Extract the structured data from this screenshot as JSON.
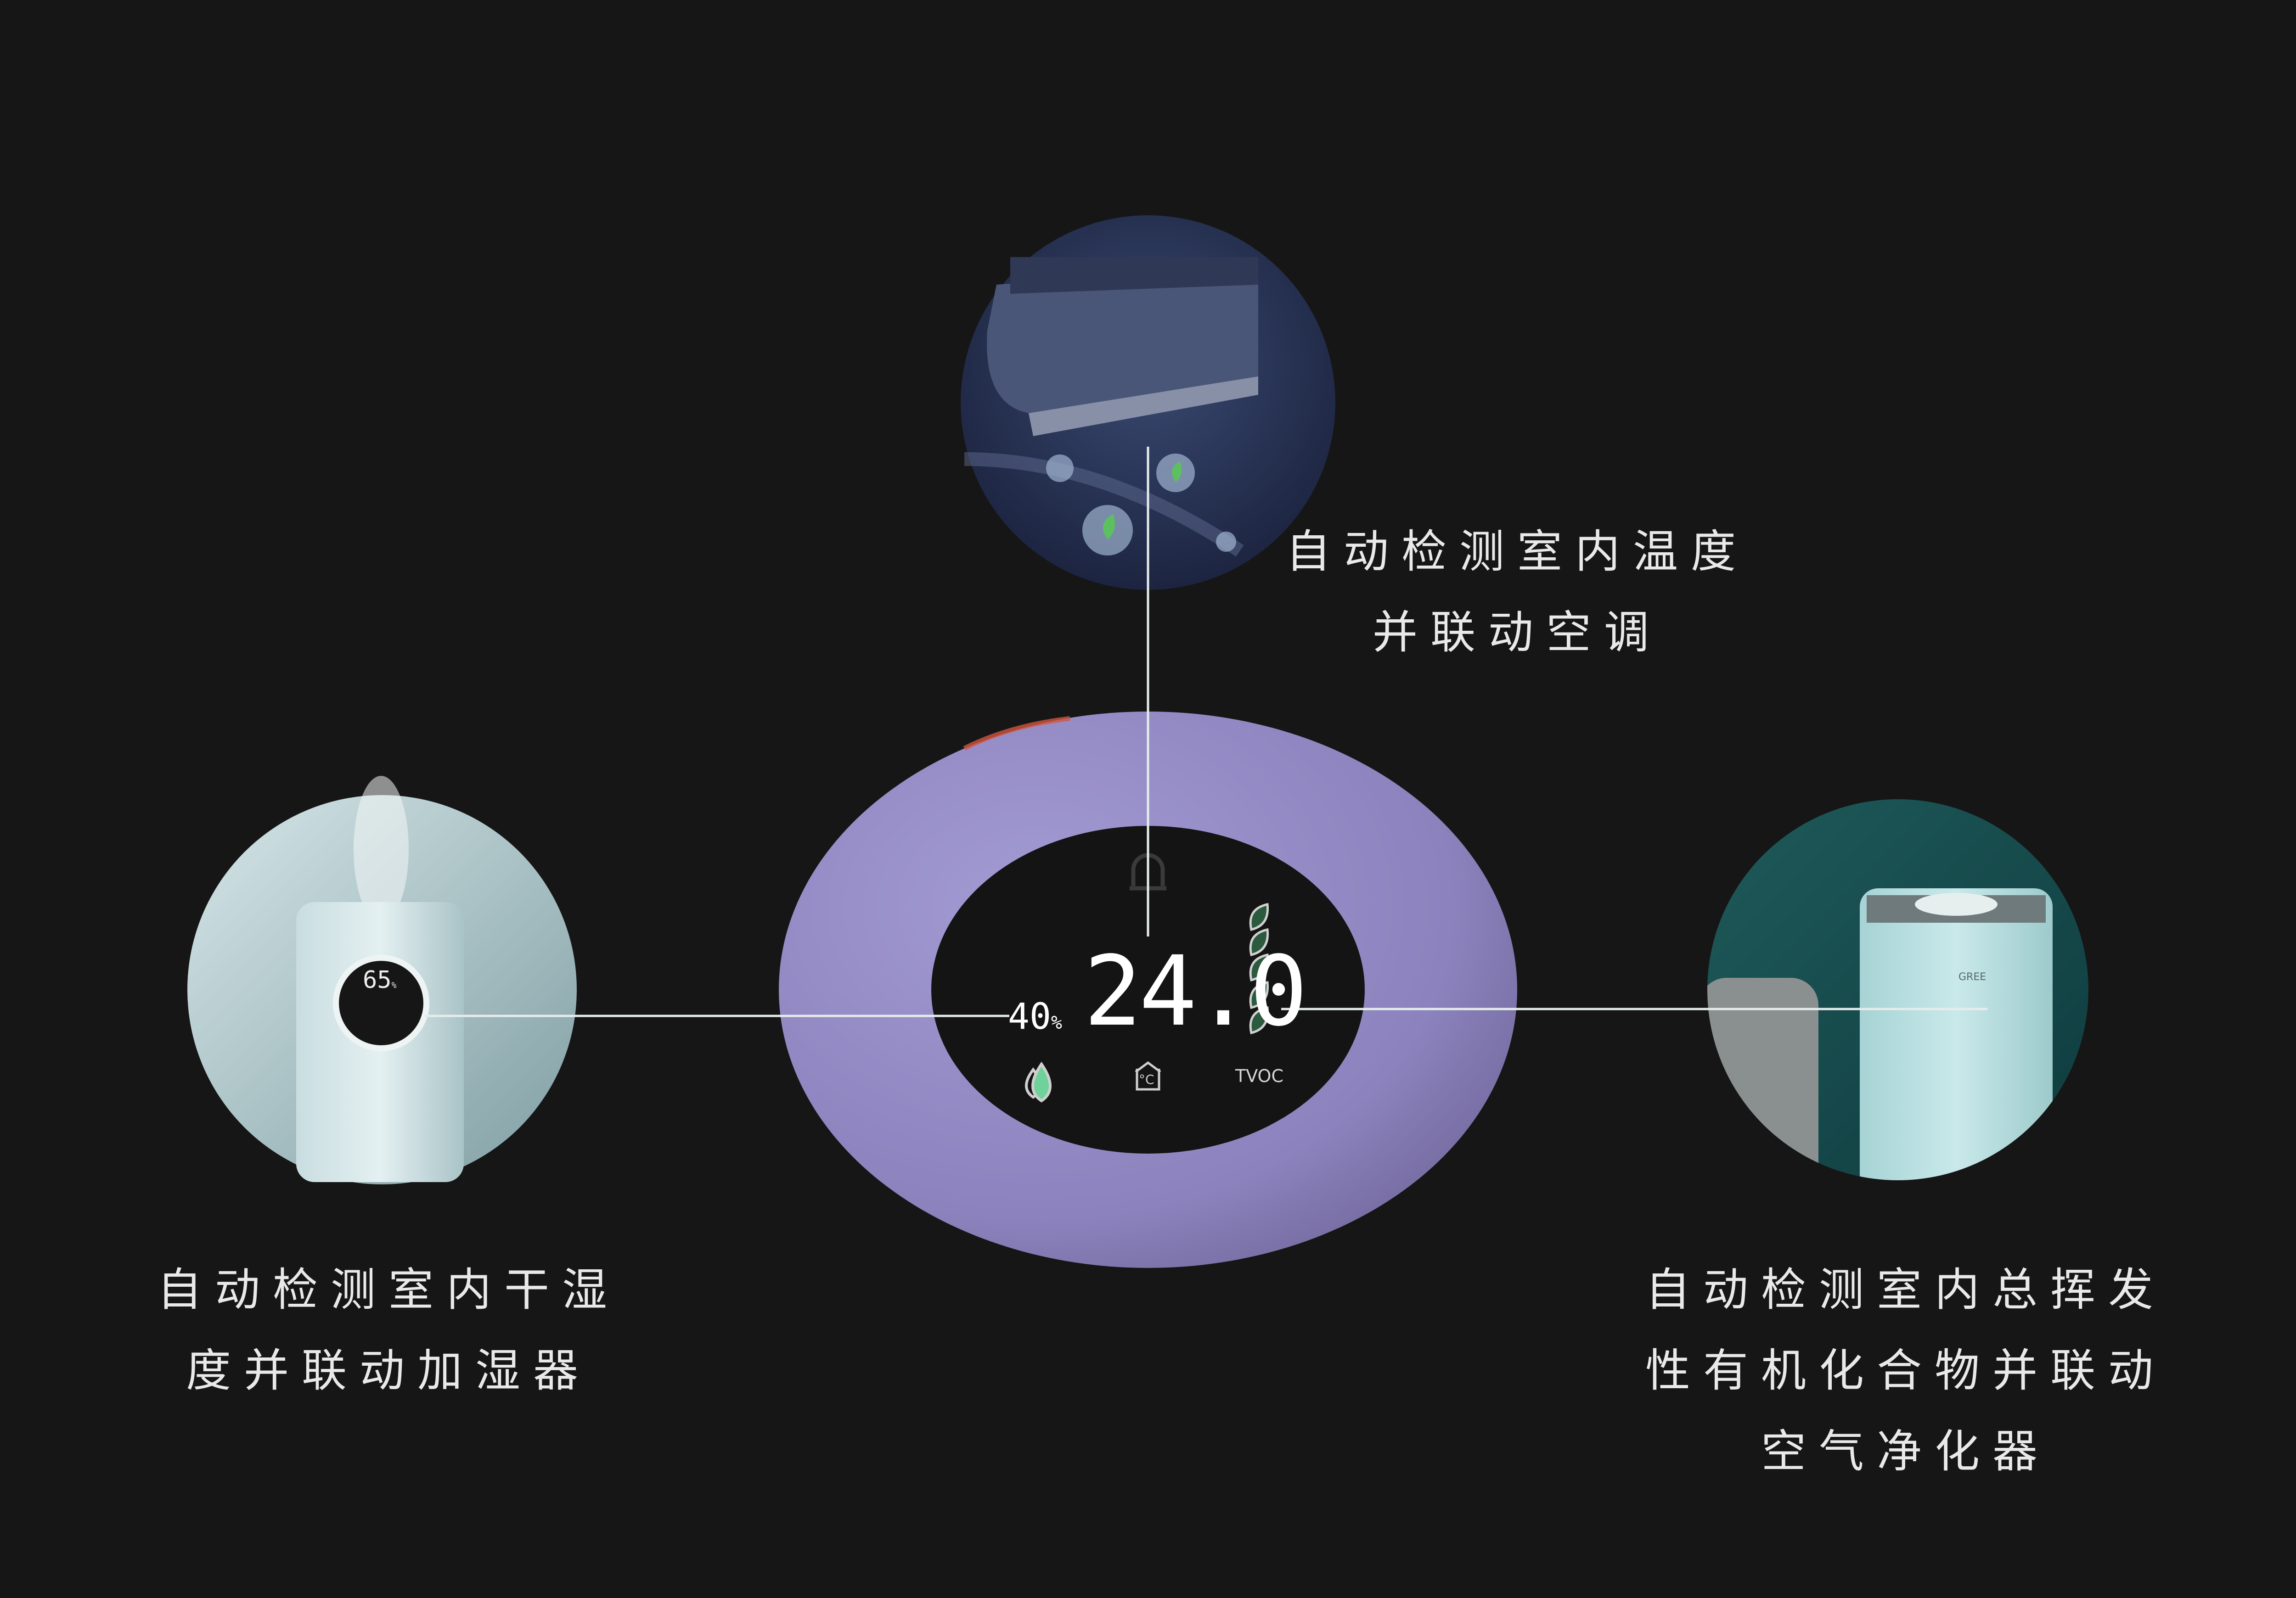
{
  "colors": {
    "background": "#161616",
    "ring": "#9389c2",
    "screen": "#141414",
    "leaf": "#6fd29a",
    "line": "#e6ecec"
  },
  "center_display": {
    "temperature": "24.0",
    "humidity": "40",
    "humidity_unit": "%",
    "tvoc_label": "TVOC",
    "temperature_unit": "°C",
    "leaf_level": 5,
    "icons": [
      "alarm-icon",
      "humidity-drop-icon",
      "home-temperature-icon",
      "leaf-icon"
    ]
  },
  "air_conditioner": {
    "caption": [
      "自动检测室内温度",
      "并联动空调"
    ]
  },
  "humidifier": {
    "display_value": "65",
    "display_unit": "%",
    "caption": [
      "自动检测室内干湿",
      "度并联动加湿器"
    ]
  },
  "purifier": {
    "brand": "GREE",
    "caption": [
      "自动检测室内总挥发",
      "性有机化合物并联动",
      "空气净化器"
    ]
  }
}
